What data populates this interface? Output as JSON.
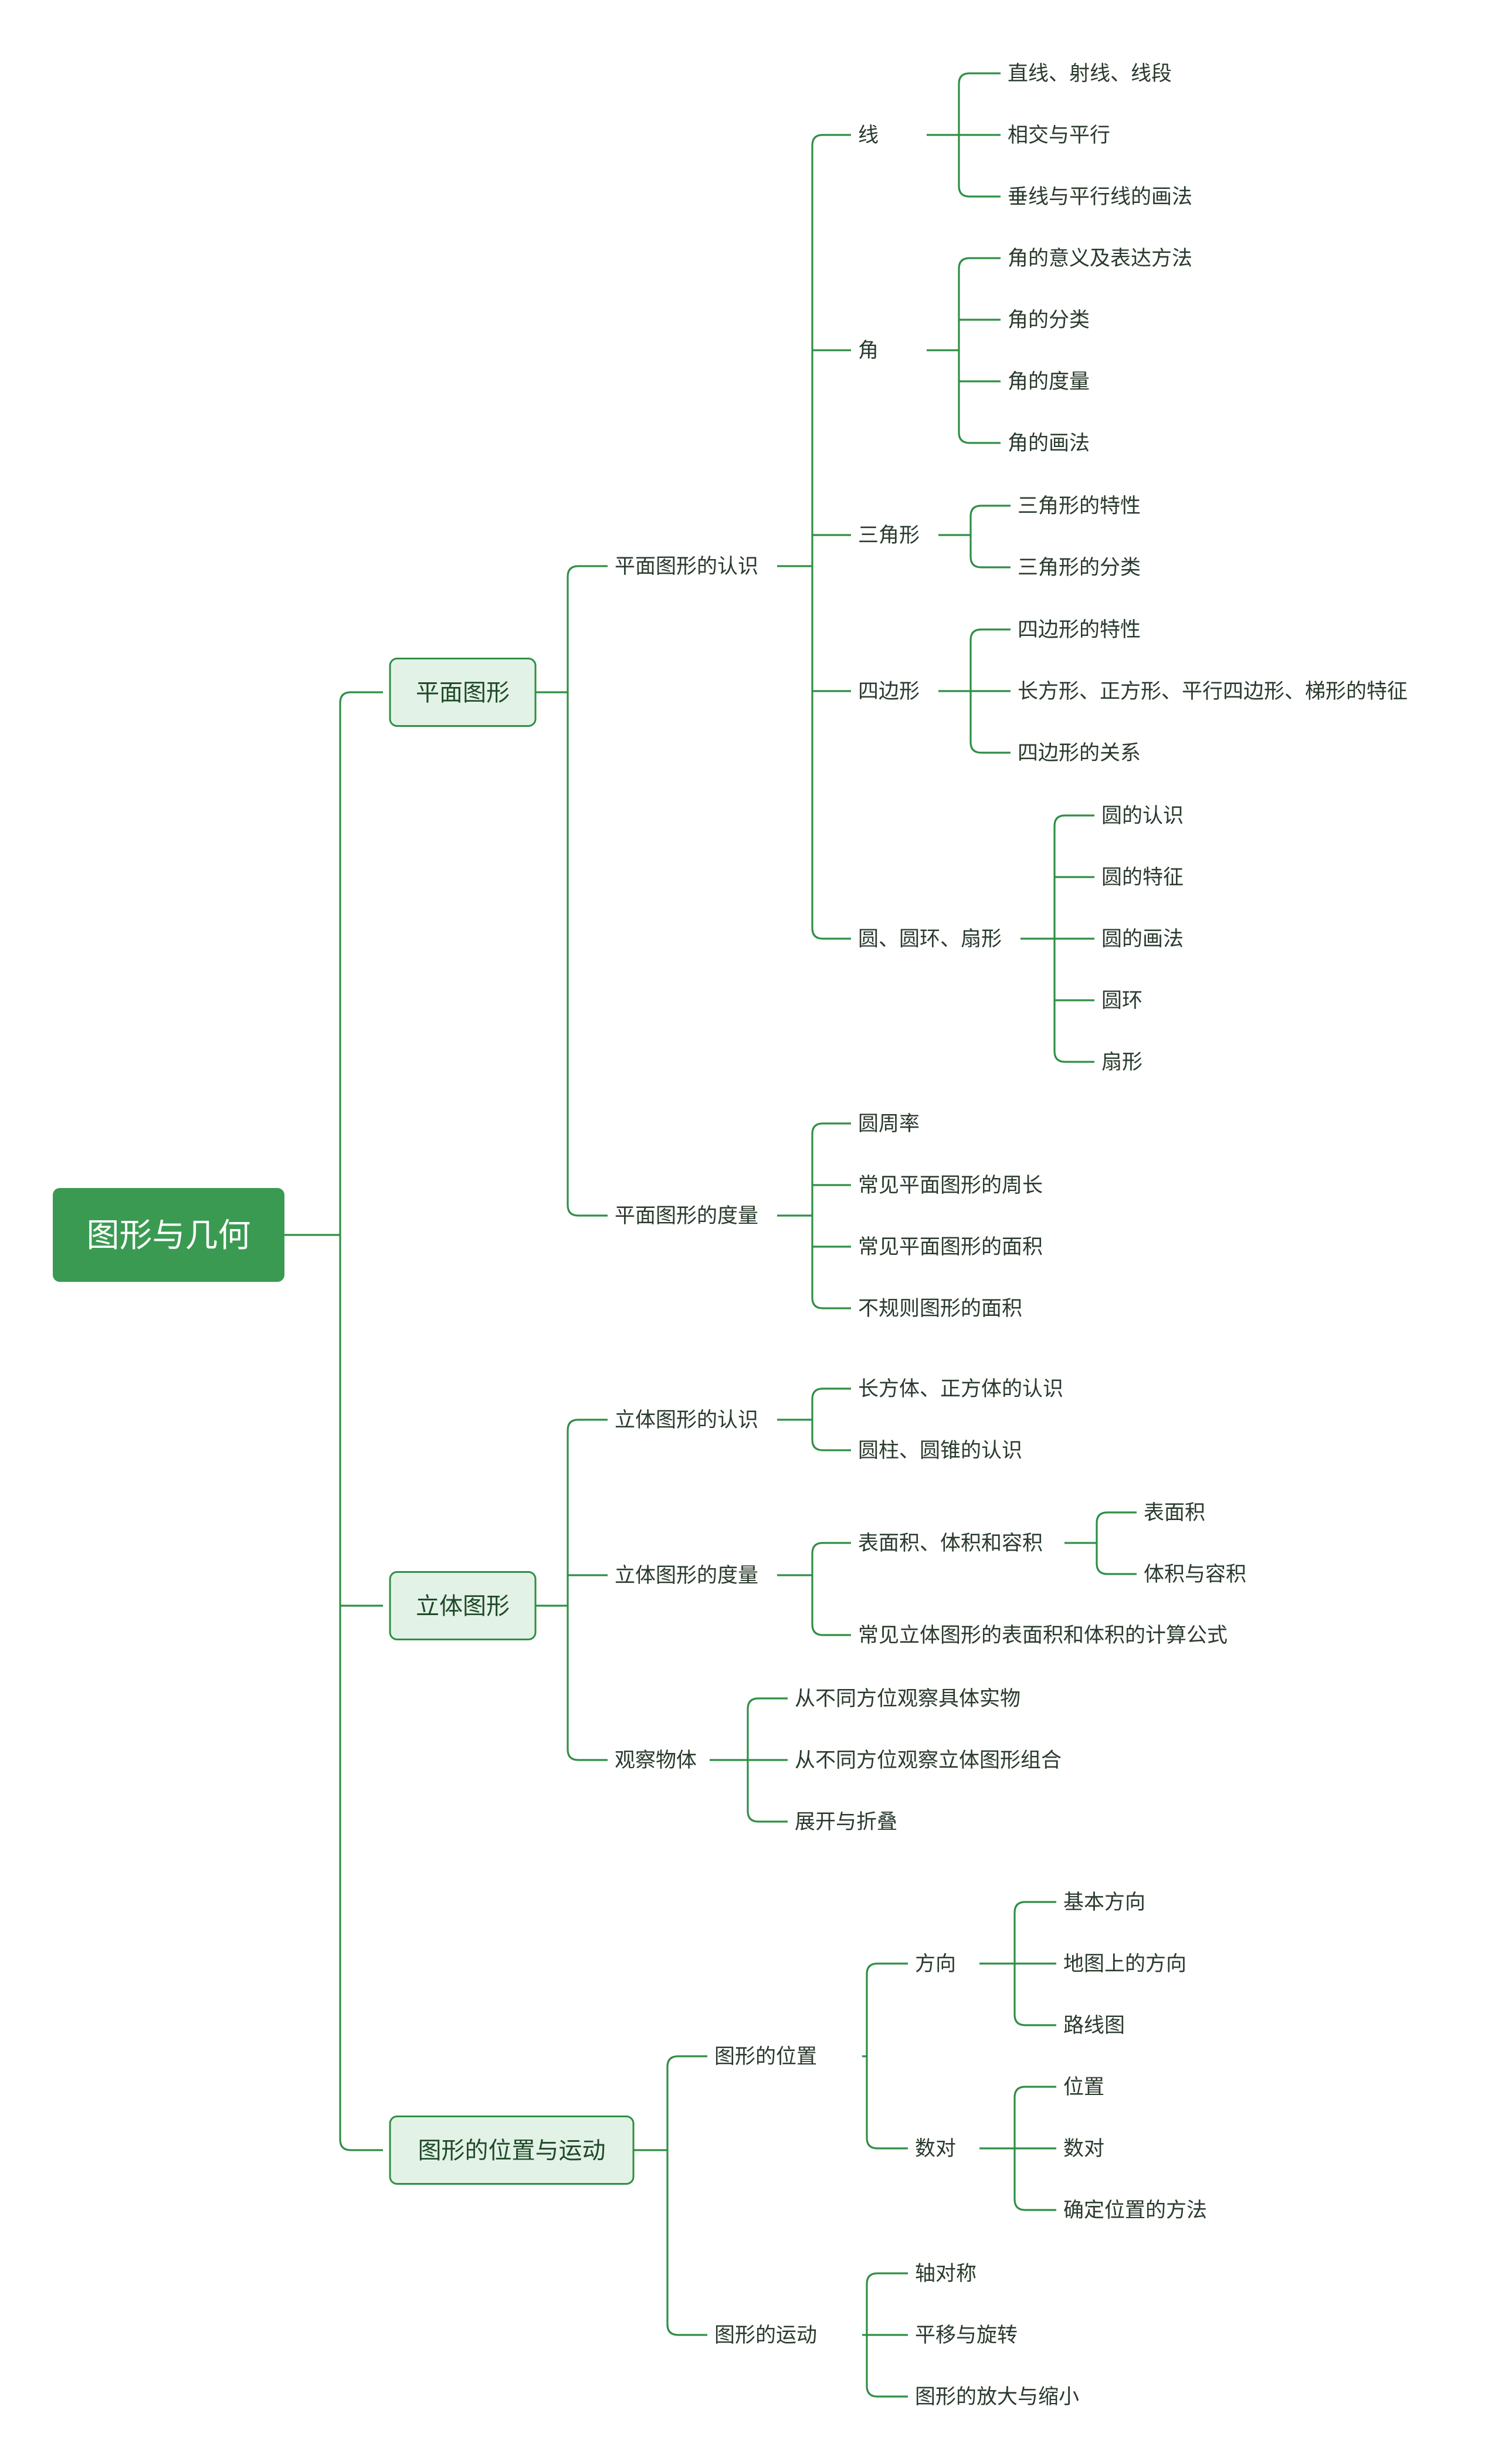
{
  "mindmap": {
    "root": {
      "label": "图形与几何",
      "children": [
        {
          "label": "平面图形",
          "children": [
            {
              "label": "平面图形的认识",
              "children": [
                {
                  "label": "线",
                  "children": [
                    {
                      "label": "直线、射线、线段"
                    },
                    {
                      "label": "相交与平行"
                    },
                    {
                      "label": "垂线与平行线的画法"
                    }
                  ]
                },
                {
                  "label": "角",
                  "children": [
                    {
                      "label": "角的意义及表达方法"
                    },
                    {
                      "label": "角的分类"
                    },
                    {
                      "label": "角的度量"
                    },
                    {
                      "label": "角的画法"
                    }
                  ]
                },
                {
                  "label": "三角形",
                  "children": [
                    {
                      "label": "三角形的特性"
                    },
                    {
                      "label": "三角形的分类"
                    }
                  ]
                },
                {
                  "label": "四边形",
                  "children": [
                    {
                      "label": "四边形的特性"
                    },
                    {
                      "label": "长方形、正方形、平行四边形、梯形的特征"
                    },
                    {
                      "label": "四边形的关系"
                    }
                  ]
                },
                {
                  "label": "圆、圆环、扇形",
                  "children": [
                    {
                      "label": "圆的认识"
                    },
                    {
                      "label": "圆的特征"
                    },
                    {
                      "label": "圆的画法"
                    },
                    {
                      "label": "圆环"
                    },
                    {
                      "label": "扇形"
                    }
                  ]
                }
              ]
            },
            {
              "label": "平面图形的度量",
              "children": [
                {
                  "label": "圆周率"
                },
                {
                  "label": "常见平面图形的周长"
                },
                {
                  "label": "常见平面图形的面积"
                },
                {
                  "label": "不规则图形的面积"
                }
              ]
            }
          ]
        },
        {
          "label": "立体图形",
          "children": [
            {
              "label": "立体图形的认识",
              "children": [
                {
                  "label": "长方体、正方体的认识"
                },
                {
                  "label": "圆柱、圆锥的认识"
                }
              ]
            },
            {
              "label": "立体图形的度量",
              "children": [
                {
                  "label": "表面积、体积和容积",
                  "children": [
                    {
                      "label": "表面积"
                    },
                    {
                      "label": "体积与容积"
                    }
                  ]
                },
                {
                  "label": "常见立体图形的表面积和体积的计算公式"
                }
              ]
            },
            {
              "label": "观察物体",
              "children": [
                {
                  "label": "从不同方位观察具体实物"
                },
                {
                  "label": "从不同方位观察立体图形组合"
                },
                {
                  "label": "展开与折叠"
                }
              ]
            }
          ]
        },
        {
          "label": "图形的位置与运动",
          "children": [
            {
              "label": "图形的位置",
              "children": [
                {
                  "label": "方向",
                  "children": [
                    {
                      "label": "基本方向"
                    },
                    {
                      "label": "地图上的方向"
                    },
                    {
                      "label": "路线图"
                    }
                  ]
                },
                {
                  "label": "数对",
                  "children": [
                    {
                      "label": "位置"
                    },
                    {
                      "label": "数对"
                    },
                    {
                      "label": "确定位置的方法"
                    }
                  ]
                }
              ]
            },
            {
              "label": "图形的运动",
              "children": [
                {
                  "label": "轴对称"
                },
                {
                  "label": "平移与旋转"
                },
                {
                  "label": "图形的放大与缩小"
                }
              ]
            }
          ]
        }
      ]
    }
  },
  "colors": {
    "line": "#2f8f45",
    "root_fill": "#3a9a52",
    "root_text": "#ffffff",
    "branch_fill": "#e3f2e6",
    "branch_text": "#1f4a2a",
    "leaf_text": "#2a3a2d"
  }
}
